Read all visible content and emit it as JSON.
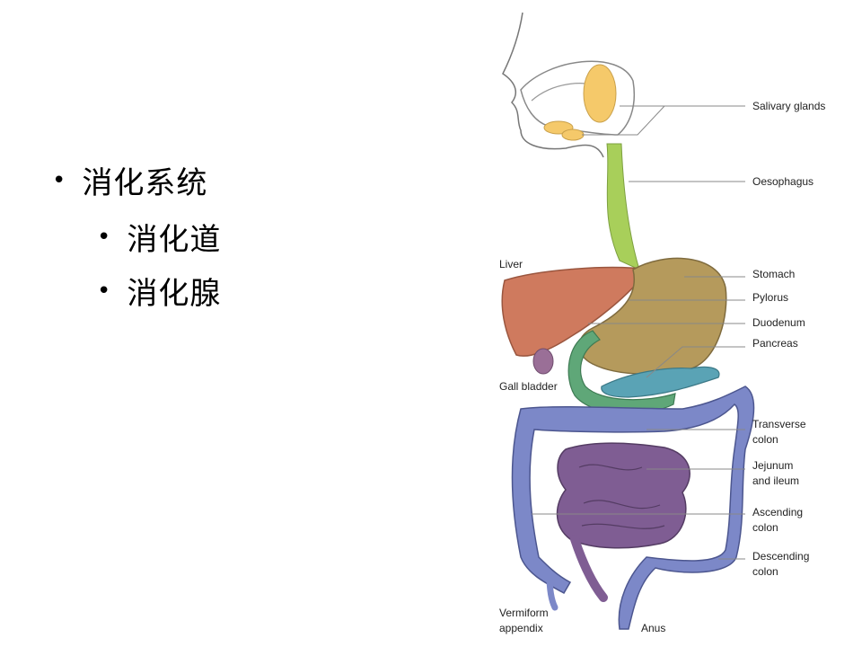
{
  "slide": {
    "bullets": [
      {
        "level": 1,
        "text": "消化系统"
      },
      {
        "level": 2,
        "text": "消化道"
      },
      {
        "level": 2,
        "text": "消化腺"
      }
    ]
  },
  "diagram": {
    "labels": {
      "salivary_glands": "Salivary glands",
      "oesophagus": "Oesophagus",
      "stomach": "Stomach",
      "pylorus": "Pylorus",
      "duodenum": "Duodenum",
      "pancreas": "Pancreas",
      "transverse_colon_1": "Transverse",
      "transverse_colon_2": "colon",
      "jejunum_1": "Jejunum",
      "jejunum_2": "and ileum",
      "ascending_colon_1": "Ascending",
      "ascending_colon_2": "colon",
      "descending_colon_1": "Descending",
      "descending_colon_2": "colon",
      "liver": "Liver",
      "gall_bladder": "Gall bladder",
      "appendix_1": "Vermiform",
      "appendix_2": "appendix",
      "anus": "Anus"
    },
    "colors": {
      "salivary": "#f5c96a",
      "oesophagus": "#a8cf5a",
      "liver": "#cf7a5e",
      "stomach": "#b59a5c",
      "duodenum": "#5fa778",
      "pancreas": "#5aa3b5",
      "gall_bladder": "#9a6f97",
      "small_intestine": "#7f5d93",
      "colon": "#7c88c8"
    }
  }
}
